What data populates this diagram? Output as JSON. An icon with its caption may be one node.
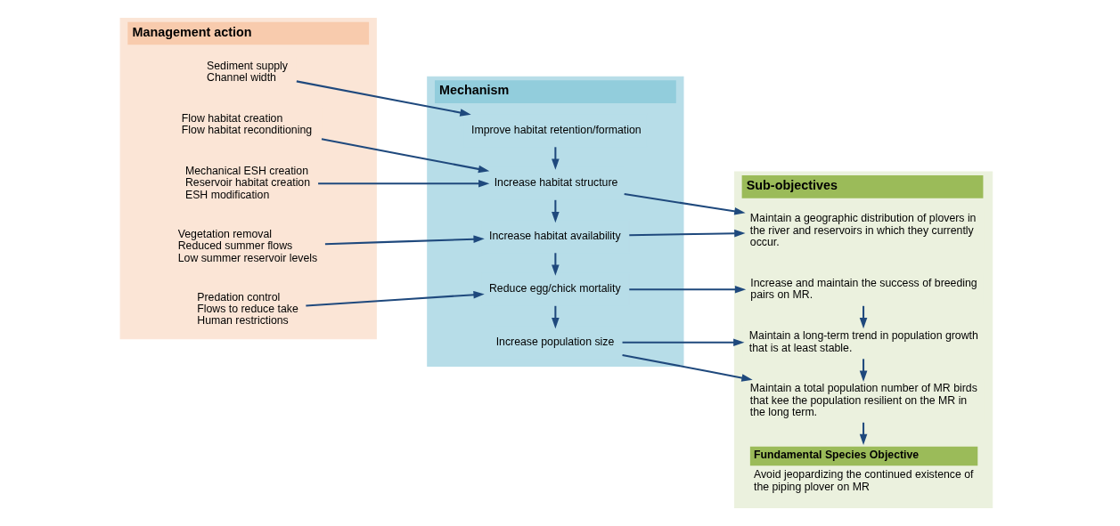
{
  "diagram": {
    "nodes": [
      {
        "text": [
          "Management action"
        ]
      },
      {
        "text": [
          "Sediment supply",
          "Channel width"
        ],
        "in": 0
      },
      {
        "text": [
          "Flow habitat creation",
          "Flow habitat reconditioning"
        ],
        "in": 0
      },
      {
        "text": [
          "Mechanical ESH creation",
          "Reservoir habitat creation",
          "ESH modification"
        ],
        "in": 0
      },
      {
        "text": [
          "Vegetation removal",
          "Reduced summer flows",
          "Low summer reservoir levels"
        ],
        "in": 0
      },
      {
        "text": [
          "Predation control",
          "Flows to reduce take",
          "Human restrictions"
        ],
        "in": 0
      },
      {
        "text": [
          "Mechanism"
        ]
      },
      {
        "text": [
          "Improve habitat retention/formation"
        ],
        "in": 6
      },
      {
        "text": [
          "Increase habitat structure"
        ],
        "in": 6
      },
      {
        "text": [
          "Increase habitat availability"
        ],
        "in": 6
      },
      {
        "text": [
          "Reduce egg/chick mortality"
        ],
        "in": 6
      },
      {
        "text": [
          "Increase population size"
        ],
        "in": 6
      },
      {
        "text": [
          "Sub-objectives"
        ]
      },
      {
        "text": [
          "Maintain a geographic distribution of plovers in the river and reservoirs in which they currently occur."
        ],
        "in": 12
      },
      {
        "text": [
          "Increase and maintain the success of breeding pairs on MR."
        ],
        "in": 12
      },
      {
        "text": [
          "Maintain a long-term trend in population growth that is at least stable."
        ],
        "in": 12
      },
      {
        "text": [
          "Maintain a total population number of MR birds that kee the population resilient on the MR in the long term."
        ],
        "in": 12
      },
      {
        "text": [
          "Fundamental Species Objective",
          "Avoid jeopardizing the continued existence of the piping plover on MR"
        ],
        "in": 12
      }
    ],
    "edges": [
      {
        "from": 1,
        "to": 7,
        "arrow": "to"
      },
      {
        "from": 7,
        "to": 8,
        "arrow": "to"
      },
      {
        "from": 2,
        "to": 8,
        "arrow": "to"
      },
      {
        "from": 3,
        "to": 8,
        "arrow": "to"
      },
      {
        "from": 8,
        "to": 13,
        "arrow": "to"
      },
      {
        "from": 8,
        "to": 9,
        "arrow": "to"
      },
      {
        "from": 9,
        "to": 13,
        "arrow": "to"
      },
      {
        "from": 4,
        "to": 9,
        "arrow": "to"
      },
      {
        "from": 5,
        "to": 10,
        "arrow": "to"
      },
      {
        "from": 9,
        "to": 10,
        "arrow": "to"
      },
      {
        "from": 10,
        "to": 14,
        "arrow": "to"
      },
      {
        "from": 10,
        "to": 11,
        "arrow": "to"
      },
      {
        "from": 11,
        "to": 15,
        "arrow": "to"
      },
      {
        "from": 11,
        "to": 16,
        "arrow": "to"
      },
      {
        "from": 14,
        "to": 15,
        "arrow": "to"
      },
      {
        "from": 15,
        "to": 16,
        "arrow": "to"
      },
      {
        "from": 16,
        "to": 17,
        "arrow": "to"
      }
    ]
  }
}
